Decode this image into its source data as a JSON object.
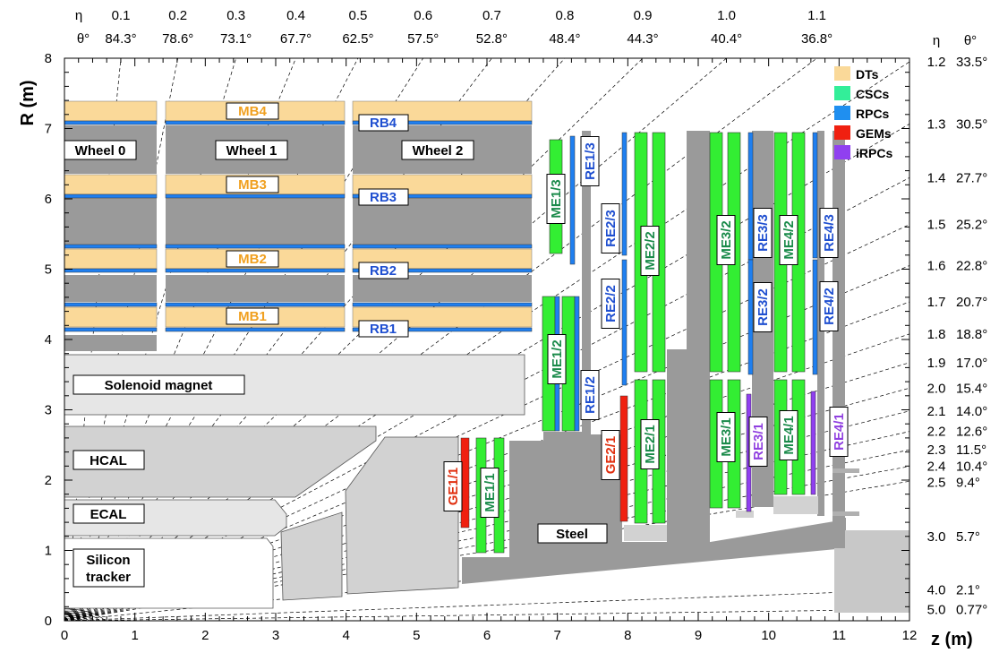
{
  "colors": {
    "steel": "#9a9a9a",
    "light_gray": "#d2d2d2",
    "light_gray2": "#e6e6e6",
    "dt": "#fad999",
    "csc": "#33ee33",
    "rpc": "#1f7ff0",
    "gem": "#f02010",
    "irpc": "#9040f0",
    "csc_text": "#1a8a4a",
    "rpc_text": "#1f4fd0",
    "dt_text": "#f0a020",
    "gem_text": "#e03010",
    "irpc_text": "#9040e0"
  },
  "axes": {
    "xlabel": "z (m)",
    "ylabel": "R (m)",
    "xlim": [
      0,
      12
    ],
    "ylim": [
      0,
      8
    ],
    "xticks": [
      "0",
      "1",
      "2",
      "3",
      "4",
      "5",
      "6",
      "7",
      "8",
      "9",
      "10",
      "11",
      "12"
    ],
    "yticks": [
      "0",
      "1",
      "2",
      "3",
      "4",
      "5",
      "6",
      "7",
      "8"
    ]
  },
  "eta_top": {
    "eta_symbol": "η",
    "theta_symbol": "θ°",
    "items": [
      {
        "eta": "0.1",
        "theta": "84.3°"
      },
      {
        "eta": "0.2",
        "theta": "78.6°"
      },
      {
        "eta": "0.3",
        "theta": "73.1°"
      },
      {
        "eta": "0.4",
        "theta": "67.7°"
      },
      {
        "eta": "0.5",
        "theta": "62.5°"
      },
      {
        "eta": "0.6",
        "theta": "57.5°"
      },
      {
        "eta": "0.7",
        "theta": "52.8°"
      },
      {
        "eta": "0.8",
        "theta": "48.4°"
      },
      {
        "eta": "0.9",
        "theta": "44.3°"
      },
      {
        "eta": "1.0",
        "theta": "40.4°"
      },
      {
        "eta": "1.1",
        "theta": "36.8°"
      }
    ]
  },
  "eta_right": {
    "eta_symbol": "η",
    "theta_symbol": "θ°",
    "items": [
      {
        "eta": "1.2",
        "theta": "33.5°"
      },
      {
        "eta": "1.3",
        "theta": "30.5°"
      },
      {
        "eta": "1.4",
        "theta": "27.7°"
      },
      {
        "eta": "1.5",
        "theta": "25.2°"
      },
      {
        "eta": "1.6",
        "theta": "22.8°"
      },
      {
        "eta": "1.7",
        "theta": "20.7°"
      },
      {
        "eta": "1.8",
        "theta": "18.8°"
      },
      {
        "eta": "1.9",
        "theta": "17.0°"
      },
      {
        "eta": "2.0",
        "theta": "15.4°"
      },
      {
        "eta": "2.1",
        "theta": "14.0°"
      },
      {
        "eta": "2.2",
        "theta": "12.6°"
      },
      {
        "eta": "2.3",
        "theta": "11.5°"
      },
      {
        "eta": "2.4",
        "theta": "10.4°"
      },
      {
        "eta": "2.5",
        "theta": "9.4°"
      },
      {
        "eta": "3.0",
        "theta": "5.7°"
      },
      {
        "eta": "4.0",
        "theta": "2.1°"
      },
      {
        "eta": "5.0",
        "theta": "0.77°"
      }
    ]
  },
  "legend": [
    {
      "label": "DTs",
      "color": "#fad999"
    },
    {
      "label": "CSCs",
      "color": "#33ee99"
    },
    {
      "label": "RPCs",
      "color": "#1f8ff0"
    },
    {
      "label": "GEMs",
      "color": "#f02010"
    },
    {
      "label": "iRPCs",
      "color": "#9040f0"
    }
  ],
  "labels": {
    "wheel0": "Wheel 0",
    "wheel1": "Wheel 1",
    "wheel2": "Wheel 2",
    "mb1": "MB1",
    "mb2": "MB2",
    "mb3": "MB3",
    "mb4": "MB4",
    "rb1": "RB1",
    "rb2": "RB2",
    "rb3": "RB3",
    "rb4": "RB4",
    "solenoid": "Solenoid magnet",
    "hcal": "HCAL",
    "ecal": "ECAL",
    "tracker_1": "Silicon",
    "tracker_2": "tracker",
    "steel": "Steel",
    "me11": "ME1/1",
    "me12": "ME1/2",
    "me13": "ME1/3",
    "me21": "ME2/1",
    "me22": "ME2/2",
    "me31": "ME3/1",
    "me32": "ME3/2",
    "me41": "ME4/1",
    "me42": "ME4/2",
    "re12": "RE1/2",
    "re13": "RE1/3",
    "re22": "RE2/2",
    "re23": "RE2/3",
    "re31": "RE3/1",
    "re32": "RE3/2",
    "re33": "RE3/3",
    "re41": "RE4/1",
    "re42": "RE4/2",
    "re43": "RE4/3",
    "ge11": "GE1/1",
    "ge21": "GE2/1"
  }
}
